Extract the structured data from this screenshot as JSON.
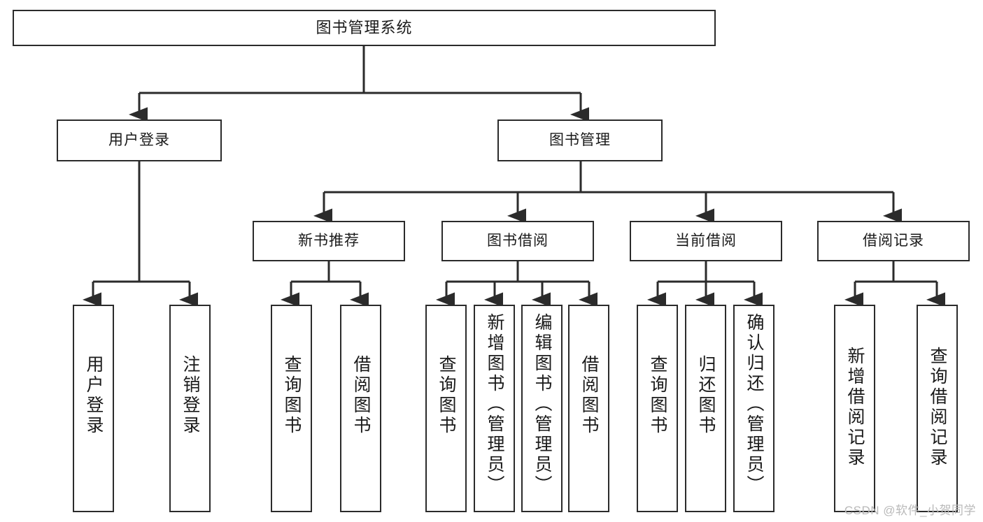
{
  "diagram": {
    "title": "图书管理系统",
    "type": "hierarchy-tree",
    "background_color": "#ffffff",
    "line_color": "#2b2b2b",
    "text_color": "#1a1a1a",
    "levels": 4,
    "nodes": {
      "root": {
        "label": "图书管理系统"
      },
      "level2": [
        {
          "label": "用户登录"
        },
        {
          "label": "图书管理"
        }
      ],
      "level3": [
        {
          "label": "新书推荐"
        },
        {
          "label": "图书借阅"
        },
        {
          "label": "当前借阅"
        },
        {
          "label": "借阅记录"
        }
      ],
      "user_login_leaves": [
        {
          "label": "用户登录"
        },
        {
          "label": "注销登录"
        }
      ],
      "new_book_leaves": [
        {
          "label": "查询图书"
        },
        {
          "label": "借阅图书"
        }
      ],
      "borrow_leaves": [
        {
          "label": "查询图书"
        },
        {
          "label": "新增图书（管理员）"
        },
        {
          "label": "编辑图书（管理员）"
        },
        {
          "label": "借阅图书"
        }
      ],
      "current_borrow_leaves": [
        {
          "label": "查询图书"
        },
        {
          "label": "归还图书"
        },
        {
          "label": "确认归还（管理员）"
        }
      ],
      "record_leaves": [
        {
          "label": "新增借阅记录"
        },
        {
          "label": "查询借阅记录"
        }
      ]
    }
  },
  "watermark": {
    "text": "CSDN @软件_小贺同学"
  }
}
